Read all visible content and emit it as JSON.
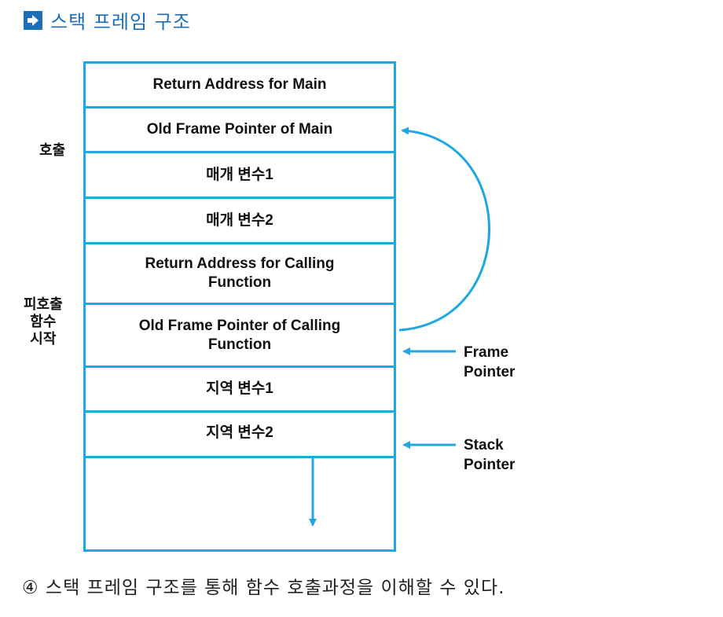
{
  "title": "스택 프레임 구조",
  "frames": [
    "Return Address for Main",
    "Old Frame Pointer of Main",
    "매개 변수1",
    "매개 변수2",
    "Return Address for Calling Function",
    "Old Frame Pointer of Calling Function",
    "지역 변수1",
    "지역 변수2"
  ],
  "side_labels": {
    "call": "호출",
    "callee_start": "피호출\n함수\n시작"
  },
  "pointers": {
    "frame_pointer": "Frame\nPointer",
    "stack_pointer": "Stack\nPointer"
  },
  "caption": "④ 스택 프레임 구조를 통해 함수 호출과정을 이해할 수 있다.",
  "colors": {
    "accent": "#1ea7e1",
    "title": "#1b6fb8"
  }
}
